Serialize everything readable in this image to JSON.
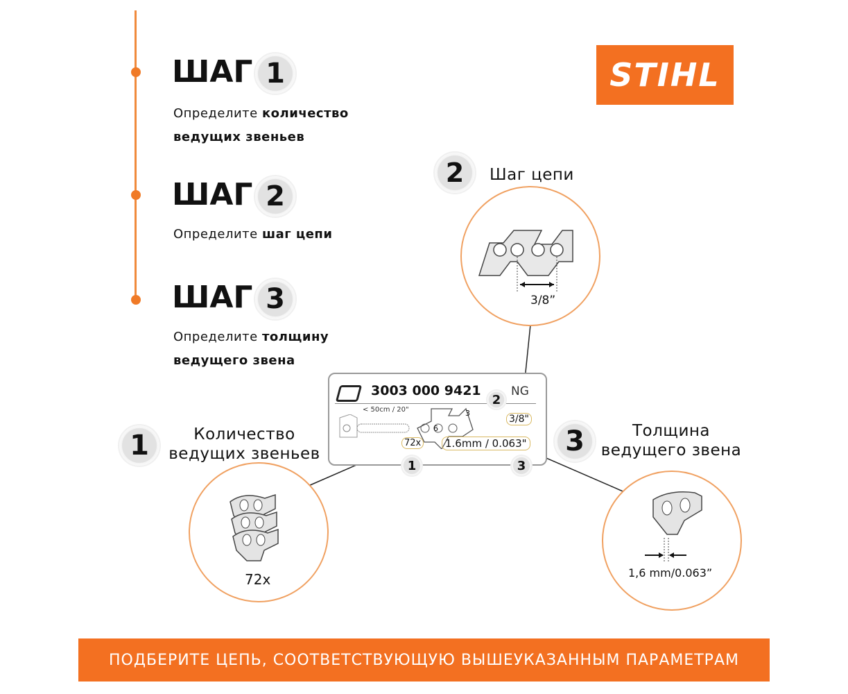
{
  "steps": [
    {
      "title": "ШАГ",
      "number": "1",
      "text_plain": "Определите ",
      "text_bold_1": "количество",
      "text_bold_2": "ведущих звеньев"
    },
    {
      "title": "ШАГ",
      "number": "2",
      "text_plain": "Определите ",
      "text_bold_1": "шаг цепи"
    },
    {
      "title": "ШАГ",
      "number": "3",
      "text_plain": "Определите ",
      "text_bold_1": "толщину",
      "text_bold_2": "ведущего звена"
    }
  ],
  "logo": "STIHL",
  "callouts": {
    "pitch": {
      "number": "2",
      "label": "Шаг цепи",
      "value": "3/8”"
    },
    "links": {
      "number": "1",
      "label_1": "Количество",
      "label_2": "ведущих звеньев",
      "value": "72x"
    },
    "gauge": {
      "number": "3",
      "label_1": "Толщина",
      "label_2": "ведущего звена",
      "value": "1,6 mm/0.063”"
    }
  },
  "label_card": {
    "part_number": "3003 000 9421",
    "type": "NG",
    "bar": "< 50cm / 20\"",
    "pitch": "3/8\"",
    "links": "72x",
    "gauge": "1.6mm / 0.063\"",
    "n1": "1",
    "n2": "2",
    "n3": "3",
    "n6": "6",
    "n3small": "3"
  },
  "banner": "ПОДБЕРИТЕ ЦЕПЬ, СООТВЕТСТВУЮЩУЮ ВЫШЕУКАЗАННЫМ ПАРАМЕТРАМ",
  "colors": {
    "accent": "#f37021"
  }
}
